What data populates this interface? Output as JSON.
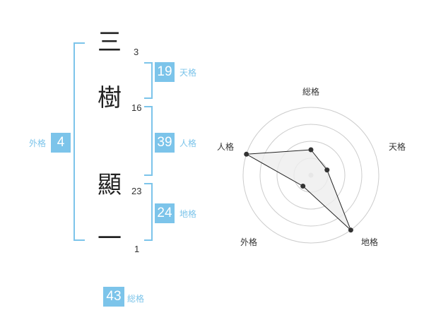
{
  "name": {
    "chars": [
      {
        "char": "三",
        "strokes": "3"
      },
      {
        "char": "樹",
        "strokes": "16"
      },
      {
        "char": "顯",
        "strokes": "23"
      },
      {
        "char": "一",
        "strokes": "1"
      }
    ]
  },
  "kakusu": {
    "tenkaku": {
      "value": "19",
      "label": "天格"
    },
    "jinkaku": {
      "value": "39",
      "label": "人格"
    },
    "chikaku": {
      "value": "24",
      "label": "地格"
    },
    "gaikaku": {
      "value": "4",
      "label": "外格"
    },
    "soukaku": {
      "value": "43",
      "label": "総格"
    }
  },
  "radar": {
    "labels": {
      "soukaku": "総格",
      "tenkaku": "天格",
      "chikaku": "地格",
      "gaikaku": "外格",
      "jinkaku": "人格"
    },
    "ring_levels": 4,
    "scores": {
      "soukaku": 1.5,
      "tenkaku": 1.0,
      "chikaku": 4.0,
      "gaikaku": 0.8,
      "jinkaku": 4.0
    },
    "colors": {
      "ring": "#cccccc",
      "fill": "#eeeeee",
      "line": "#222222",
      "point": "#333333",
      "center": "#cccccc"
    }
  },
  "accent_color": "#7cc4ea"
}
